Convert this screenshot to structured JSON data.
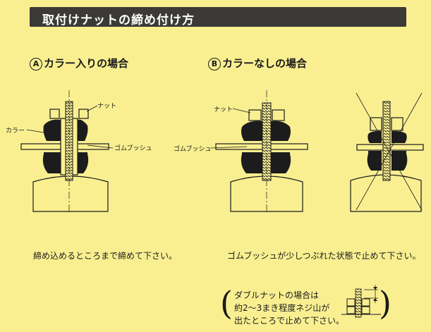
{
  "title": "取付けナットの締め付け方",
  "cases": {
    "a": {
      "marker": "A",
      "heading": "カラー入りの場合",
      "labels": {
        "nut": "ナット",
        "collar": "カラー",
        "bush": "ゴムブッシュ"
      },
      "caption": "締め込めるところまで締めて下さい。"
    },
    "b": {
      "marker": "B",
      "heading": "カラーなしの場合",
      "labels": {
        "nut": "ナット",
        "bush": "ゴムブッシュ"
      },
      "caption": "ゴムブッシュが少しつぶれた状態で止めて下さい。"
    }
  },
  "note": {
    "lines": [
      "ダブルナットの場合は",
      "約2～3まき程度ネジ山が",
      "出たところで止めて下さい。"
    ]
  },
  "colors": {
    "background": "#f9ef91",
    "title_bar": "#3c3a36",
    "ink": "#1a1a1a",
    "bush": "#1c1c1c"
  }
}
